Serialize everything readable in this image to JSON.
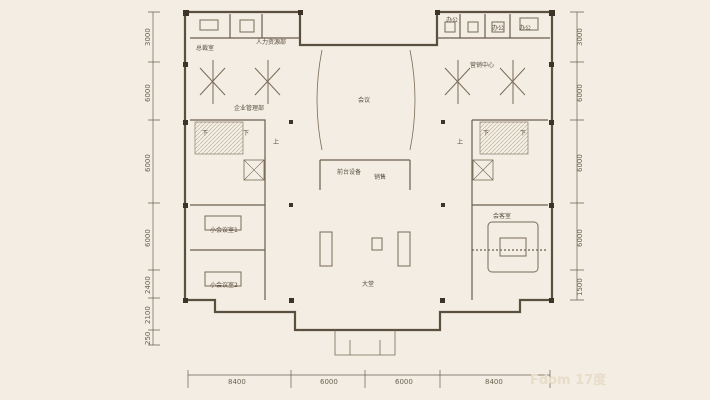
{
  "rooms": {
    "office_left_top": "总裁室",
    "hr_dept": "人力资源部",
    "enterprise_mgmt": "企业管理部",
    "office_r1": "办公",
    "office_r2": "办公",
    "office_r3": "办公",
    "marketing_center": "营销中心",
    "hall_upper": "会议",
    "equipment": "前台设备",
    "sales": "销售",
    "meeting_small_1": "小会议室1",
    "meeting_small_2": "小会议室2",
    "reception": "会客室",
    "lobby": "大堂",
    "stair_down_a": "下",
    "stair_down_b": "下",
    "stair_down_c": "下",
    "stair_down_d": "下",
    "stair_up_a": "上",
    "stair_up_b": "上"
  },
  "dimensions": {
    "bottom": [
      "8400",
      "6000",
      "6000",
      "8400"
    ],
    "left": [
      "3000",
      "6000",
      "6000",
      "6000",
      "2400",
      "2100",
      "250"
    ],
    "right": [
      "3000",
      "6000",
      "6000",
      "6000",
      "1500"
    ]
  },
  "watermark": "Fdom 17度"
}
